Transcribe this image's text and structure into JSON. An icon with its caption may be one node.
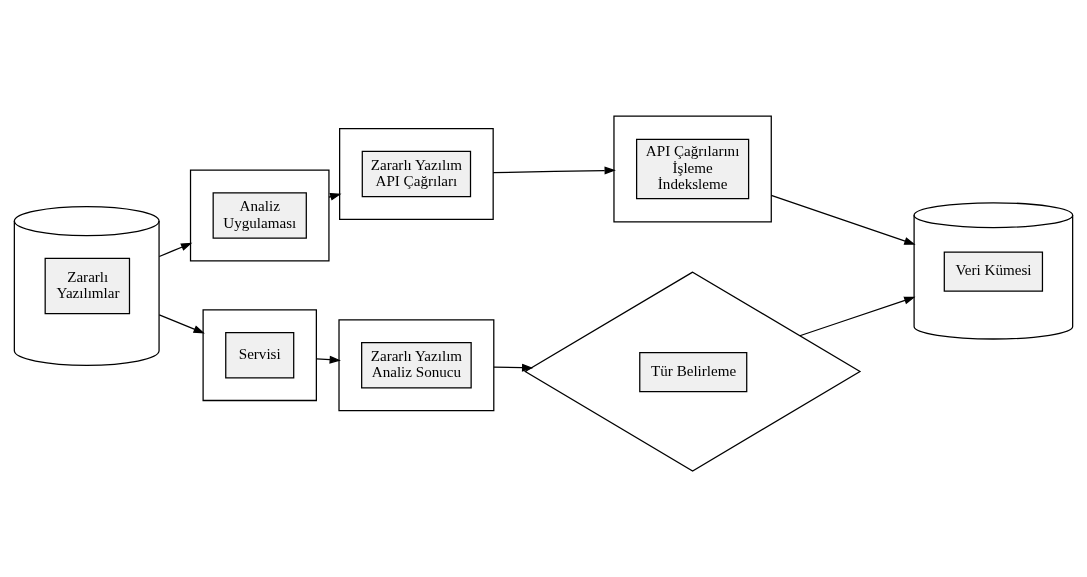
{
  "diagram": {
    "nodes": [
      {
        "text": [],
        "shape": "cylinder"
      },
      {
        "text": [
          "Zararlı Yazılımlar"
        ],
        "in": 0
      },
      {
        "text": [],
        "shape": "box"
      },
      {
        "text": [
          "Analiz Uygulaması"
        ],
        "in": 2
      },
      {
        "text": [],
        "shape": "box"
      },
      {
        "text": [
          "Zararlı Yazılım API Çağrıları"
        ],
        "in": 4
      },
      {
        "text": [],
        "shape": "box"
      },
      {
        "text": [
          "API Çağrılarını İşleme İndeksleme"
        ],
        "in": 6
      },
      {
        "text": [],
        "shape": "box"
      },
      {
        "text": [
          "Servisi"
        ],
        "in": 8
      },
      {
        "text": [],
        "shape": "box"
      },
      {
        "text": [
          "Zararlı Yazılım Analiz Sonucu"
        ],
        "in": 10
      },
      {
        "text": [],
        "shape": "diamond"
      },
      {
        "text": [
          "Tür Belirleme"
        ],
        "in": 12
      },
      {
        "text": [],
        "shape": "cylinder"
      },
      {
        "text": [
          "Veri Kümesi"
        ],
        "in": 14
      }
    ],
    "edges": [
      {
        "from": 0,
        "to": 2,
        "arrow": "to"
      },
      {
        "from": 0,
        "to": 8,
        "arrow": "to"
      },
      {
        "from": 2,
        "to": 4,
        "arrow": "to"
      },
      {
        "from": 4,
        "to": 6,
        "arrow": "to"
      },
      {
        "from": 8,
        "to": 10,
        "arrow": "to"
      },
      {
        "from": 10,
        "to": 12,
        "arrow": "to"
      },
      {
        "from": 6,
        "to": 14,
        "arrow": "to"
      },
      {
        "from": 12,
        "to": 14,
        "arrow": "to"
      }
    ]
  }
}
